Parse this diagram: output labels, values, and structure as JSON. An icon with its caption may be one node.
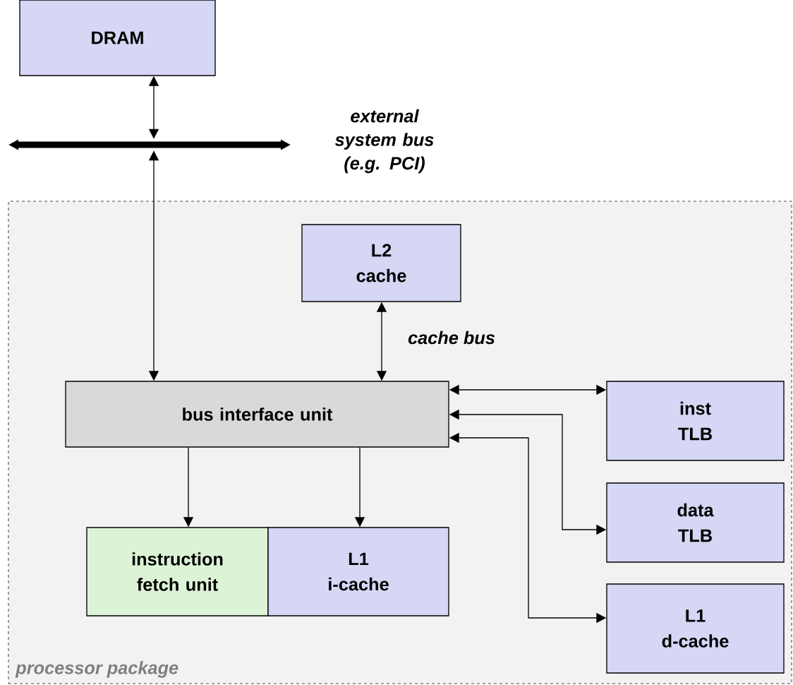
{
  "diagram": {
    "nodes": [
      {
        "text": [
          "DRAM"
        ]
      },
      {
        "text": [],
        "shape": "bar",
        "beside": [
          "external system bus (e.g. PCI)"
        ]
      },
      {
        "text": [
          "processor package"
        ]
      },
      {
        "text": [
          "L2 cache"
        ],
        "in": 2
      },
      {
        "text": [
          "bus interface unit"
        ],
        "in": 2
      },
      {
        "text": [
          "inst TLB"
        ],
        "in": 2
      },
      {
        "text": [
          "data TLB"
        ],
        "in": 2
      },
      {
        "text": [
          "L1 d-cache"
        ],
        "in": 2
      },
      {
        "text": [
          "instruction fetch unit"
        ],
        "in": 2
      },
      {
        "text": [
          "L1 i-cache"
        ],
        "in": 2
      }
    ],
    "edges": [
      {
        "from": 0,
        "to": 1,
        "arrow": "both"
      },
      {
        "from": 1,
        "to": 4,
        "arrow": "both"
      },
      {
        "from": 3,
        "to": 4,
        "arrow": "both",
        "label": "cache bus"
      },
      {
        "from": 4,
        "to": 5,
        "arrow": "both"
      },
      {
        "from": 4,
        "to": 6,
        "arrow": "both"
      },
      {
        "from": 4,
        "to": 7,
        "arrow": "both"
      },
      {
        "from": 4,
        "to": 8,
        "arrow": "to"
      },
      {
        "from": 4,
        "to": 9,
        "arrow": "to"
      }
    ]
  }
}
